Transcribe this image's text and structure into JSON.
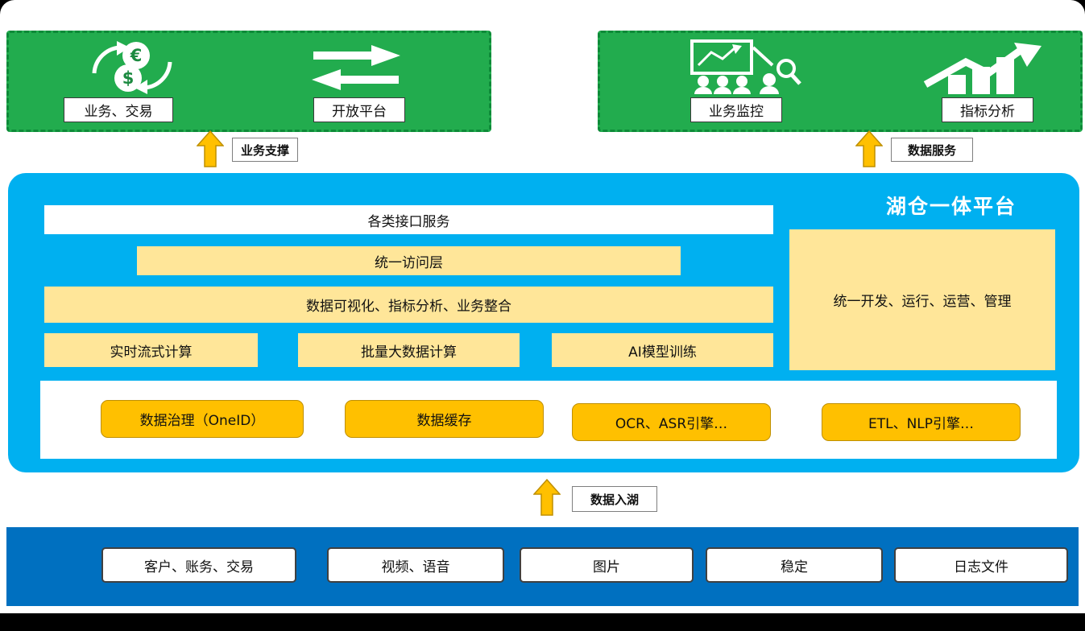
{
  "top_left_group": {
    "items": [
      {
        "label": "业务、交易",
        "icon": "currency-coins-icon"
      },
      {
        "label": "开放平台",
        "icon": "exchange-arrows-icon"
      }
    ]
  },
  "top_right_group": {
    "items": [
      {
        "label": "业务监控",
        "icon": "monitoring-presentation-icon"
      },
      {
        "label": "指标分析",
        "icon": "growth-chart-icon"
      }
    ]
  },
  "arrows": {
    "business_support": "业务支撑",
    "data_service": "数据服务",
    "data_ingest": "数据入湖"
  },
  "platform": {
    "title": "湖仓一体平台",
    "interface_bar": "各类接口服务",
    "access_bar": "统一访问层",
    "viz_bar": "数据可视化、指标分析、业务整合",
    "compute": [
      "实时流式计算",
      "批量大数据计算",
      "AI模型训练"
    ],
    "management": "统一开发、运行、运营、管理",
    "engines": [
      "数据治理（OneID）",
      "数据缓存",
      "OCR、ASR引擎…",
      "ETL、NLP引擎…"
    ]
  },
  "sources": [
    "客户、账务、交易",
    "视频、语音",
    "图片",
    "稳定",
    "日志文件"
  ],
  "colors": {
    "green": "#22AC4E",
    "platform_blue": "#00B0F0",
    "source_blue": "#0070C0",
    "light_yellow": "#FFE699",
    "orange": "#FFC000",
    "arrow_gold": "#FFC000"
  }
}
